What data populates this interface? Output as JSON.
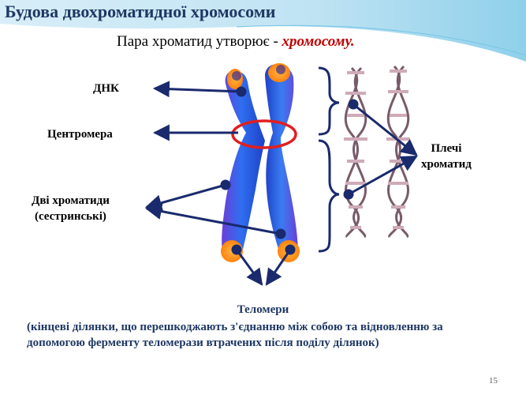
{
  "slide": {
    "title": "Будова двохроматидної хромосоми",
    "subtitle_prefix": "Пара хроматид утворює  - ",
    "subtitle_emphasis": "хромосому.",
    "labels": {
      "dna": "ДНК",
      "centromere": "Центромера",
      "chromatids_line1": "Дві хроматиди",
      "chromatids_line2": "(сестринські)",
      "arms_line1": "Плечі",
      "arms_line2": "хроматид"
    },
    "telomeres_title": "Теломери",
    "telomeres_description": "(кінцеві ділянки, що перешкоджають з'єднанню  між собою та відновленню за допомогою ферменту теломерази  втрачених після поділу ділянок)",
    "page_number": "15"
  },
  "colors": {
    "title": "#1f3864",
    "emphasis": "#c00000",
    "chromosome_blue": "#2952d9",
    "telomere_orange": "#ff8c1a",
    "arrow": "#1a2a6c",
    "ring": "#e02020"
  }
}
